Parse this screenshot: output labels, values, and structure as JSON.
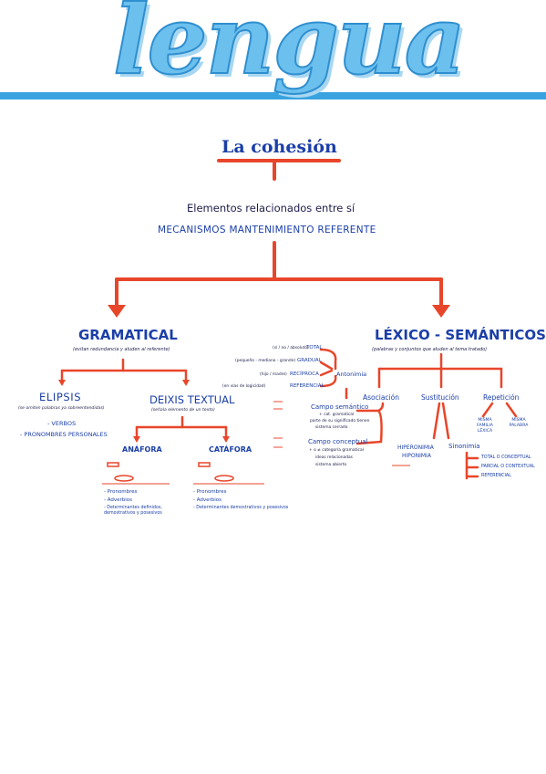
{
  "title": "lengua",
  "main_topic": "La cohesión",
  "intro": {
    "line1": "Elementos relacionados entre sí",
    "line2": "MECANISMOS MANTENIMIENTO REFERENTE"
  },
  "gramatical": {
    "heading": "GRAMATICAL",
    "note": "(evitan redundancia y aluden al referente)",
    "elipsis": {
      "heading": "ELIPSIS",
      "note": "(se omiten palabras ya sobreentendidas)",
      "items": [
        "- VERBOS",
        "- PRONOMBRES PERSONALES"
      ]
    },
    "deixis": {
      "heading": "DEIXIS TEXTUAL",
      "note": "(señala elemento de un texto)",
      "anafora": {
        "heading": "ANÁFORA",
        "items": [
          "- Pronombres",
          "- Adverbios",
          "- Determinantes definidos, demostrativos y posesivos"
        ]
      },
      "catafora": {
        "heading": "CATÁFORA",
        "items": [
          "- Pronombres",
          "- Adverbios",
          "- Determinantes demostrativos y posesivos"
        ]
      }
    }
  },
  "lexico": {
    "heading": "LÉXICO - SEMÁNTICOS",
    "note": "(palabras y conjuntos que aluden al tema tratado)",
    "antonimia": {
      "label": "Antonimia",
      "items": [
        {
          "note": "(sí / no / absoluto)",
          "label": "TOTAL"
        },
        {
          "note": "(pequeño - mediano - grande)",
          "label": "GRADUAL"
        },
        {
          "note": "(hijo / madre)",
          "label": "RECÍPROCA"
        },
        {
          "note": "(en vías de logicidad)",
          "label": "REFERENCIAL"
        }
      ]
    },
    "asociacion": {
      "heading": "Asociación",
      "campo_semantico": "Campo semántico",
      "campo_semantico_notes": [
        "+ cat. gramatical",
        "parte de su significado tienen",
        "sistema cerrado"
      ],
      "campo_conceptual": "Campo conceptual",
      "campo_conceptual_notes": [
        "+ o ≠ categoría gramatical",
        "ideas relacionadas",
        "sistema abierto"
      ]
    },
    "sustitucion": {
      "heading": "Sustitución",
      "hiperonimia": "HIPERONIMIA",
      "hiponimia": "HIPONIMIA",
      "sinonimia": "Sinonimia",
      "sinonimia_items": [
        "TOTAL O CONCEPTUAL",
        "PARCIAL O CONTEXTUAL",
        "REFERENCIAL"
      ]
    },
    "repeticion": {
      "heading": "Repetición",
      "items": [
        "MISMA FAMILIA LÉXICA",
        "MISMA PALABRA"
      ]
    }
  },
  "colors": {
    "title": "#39a3e0",
    "title_shadow": "#a8d7f2",
    "rule": "#39a3e0",
    "connector": "#e8462a",
    "heading": "#1b3fa8"
  }
}
